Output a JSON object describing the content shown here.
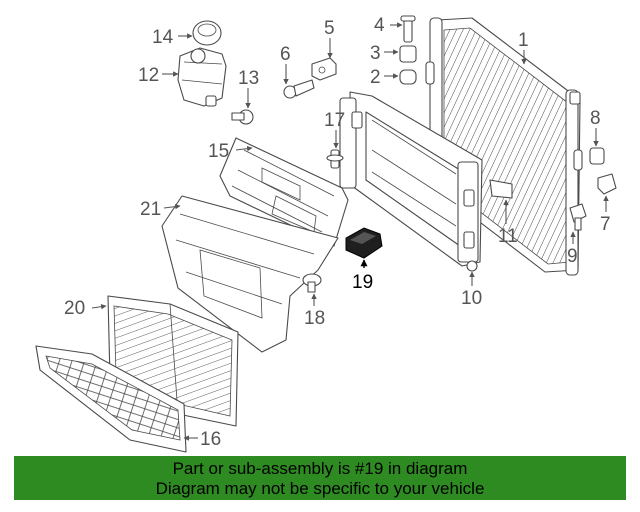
{
  "callouts": {
    "c1": "1",
    "c2": "2",
    "c3": "3",
    "c4": "4",
    "c5": "5",
    "c6": "6",
    "c7": "7",
    "c8": "8",
    "c9": "9",
    "c10": "10",
    "c11": "11",
    "c12": "12",
    "c13": "13",
    "c14": "14",
    "c15": "15",
    "c16": "16",
    "c17": "17",
    "c18": "18",
    "c19": "19",
    "c20": "20",
    "c21": "21"
  },
  "highlight_color": "#000000",
  "banner": {
    "color": "#2e8b22",
    "line1": "Part or sub-assembly is #19 in diagram",
    "line2": "Diagram may not be specific to your vehicle"
  }
}
